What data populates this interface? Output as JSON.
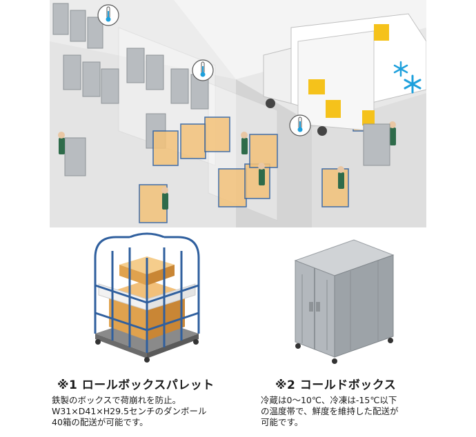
{
  "pallet": {
    "caption": "※1 ロールボックスパレット",
    "description": "鉄製のボックスで荷崩れを防止。\nW31×D41×H29.5センチのダンボール\n40箱の配送が可能です。"
  },
  "coldbox": {
    "caption": "※2 コールドボックス",
    "description": "冷蔵は0〜10℃、冷凍は-15℃以下\nの温度帯で、鮮度を維持した配送が\n可能です。"
  },
  "colors": {
    "cage_blue": "#2f5f9e",
    "cardboard": "#e8a850",
    "box_gray": "#9da3a8",
    "floor": "#e6e6e6",
    "worker_green": "#2e6b4a",
    "truck_yellow": "#f5c21b",
    "snow_blue": "#1ea0dc"
  },
  "icons": [
    "thermometer-icon",
    "snowflake-icon"
  ]
}
